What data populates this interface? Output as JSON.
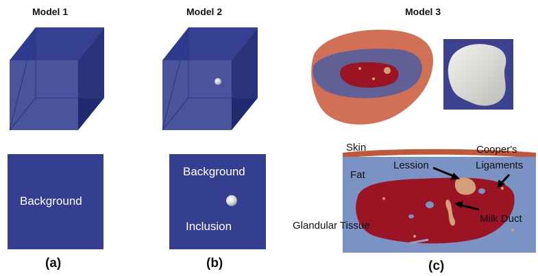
{
  "models": {
    "model1": {
      "title": "Model 1",
      "caption": "(a)",
      "label": "Background"
    },
    "model2": {
      "title": "Model 2",
      "caption": "(b)",
      "label_top": "Background",
      "label_bottom": "Inclusion"
    },
    "model3": {
      "title": "Model 3",
      "caption": "(c)",
      "labels": {
        "skin": "Skin",
        "fat": "Fat",
        "lession": "Lession",
        "coopers": "Cooper's",
        "ligaments": "Ligaments",
        "milk_duct": "Milk Duct",
        "glandular": "Glandular Tissue"
      }
    }
  },
  "colors": {
    "cube_blue": "#3b4593",
    "square_blue": "#353f8f",
    "fat_blue": "#7b92c4",
    "glandular_red": "#9a1424",
    "skin_red": "#c0573a",
    "lesion_tan": "#d4a07a"
  }
}
